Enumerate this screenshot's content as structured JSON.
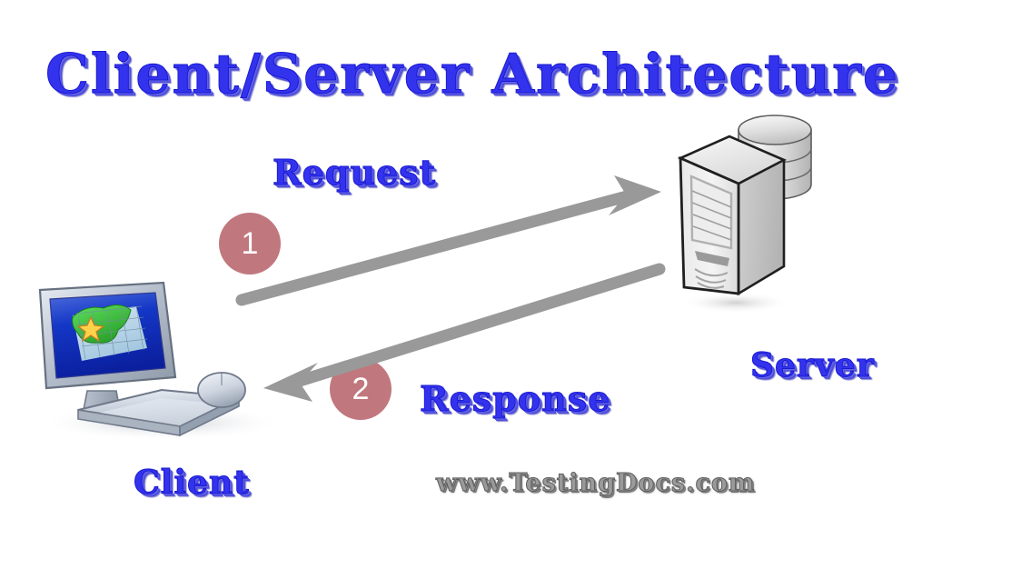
{
  "diagram": {
    "title": "Client/Server Architecture",
    "watermark": "www.TestingDocs.com",
    "background_color": "#ffffff",
    "nodes": [
      {
        "id": "client",
        "label": "Client",
        "icon": "desktop-computer-icon",
        "position": "left"
      },
      {
        "id": "server",
        "label": "Server",
        "icon": "server-tower-database-icon",
        "position": "right"
      }
    ],
    "flows": [
      {
        "step": "1",
        "label": "Request",
        "direction": "client-to-server",
        "arrow_color": "#999999",
        "badge_color": "#c0787e",
        "badge_text_color": "#ffffff"
      },
      {
        "step": "2",
        "label": "Response",
        "direction": "server-to-client",
        "arrow_color": "#999999",
        "badge_color": "#c0787e",
        "badge_text_color": "#ffffff"
      }
    ],
    "colors": {
      "title_text": "#3333ee",
      "label_text": "#3333ee",
      "watermark_text": "#9a9a9a",
      "arrow": "#999999",
      "badge": "#c0787e",
      "screen_blue": "#0b2ec4",
      "screen_map_green": "#3fbf3f",
      "server_body": "#dcdcdc"
    }
  }
}
